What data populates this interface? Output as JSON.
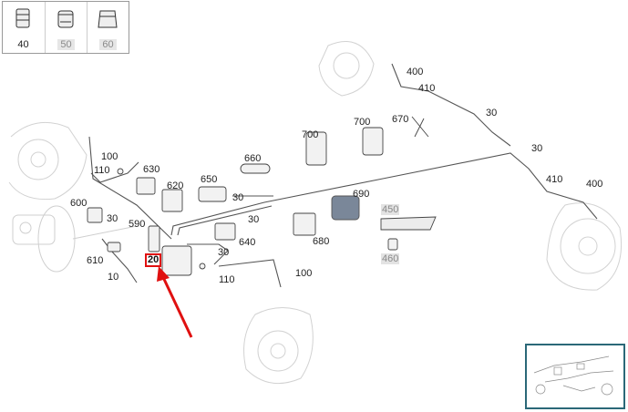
{
  "legend": [
    {
      "label": "40",
      "dim": false,
      "icon": "nut-icon"
    },
    {
      "label": "50",
      "dim": true,
      "icon": "fitting-icon"
    },
    {
      "label": "60",
      "dim": true,
      "icon": "sleeve-icon"
    }
  ],
  "callouts": [
    "400",
    "410",
    "30",
    "30",
    "410",
    "400",
    "700",
    "700",
    "670",
    "660",
    "650",
    "620",
    "630",
    "100",
    "110",
    "600",
    "30",
    "590",
    "610",
    "20",
    "10",
    "640",
    "30",
    "30",
    "110",
    "100",
    "690",
    "680",
    "450",
    "460",
    "30"
  ],
  "highlighted": "20",
  "colors": {
    "highlight": "#e01010",
    "minimap_border": "#2b6878",
    "line": "#444444",
    "ghost": "#cfcfcf"
  }
}
